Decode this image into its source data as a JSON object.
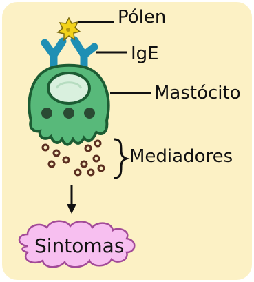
{
  "labels": {
    "polen": "Pólen",
    "ige": "IgE",
    "mastocito": "Mastócito",
    "mediadores": "Mediadores",
    "sintomas": "Sintomas"
  },
  "colors": {
    "background": "#fcf1c5",
    "cell_fill": "#58b97a",
    "cell_stroke": "#1c5c33",
    "nucleus_fill": "#d9f0de",
    "granule": "#2a4a33",
    "antibody": "#1f8fb4",
    "pollen": "#f2d21a",
    "cloud_fill": "#f7bff0",
    "cloud_stroke": "#a24a98"
  },
  "icons": {
    "pollen": "pollen-grain-icon",
    "antibody": "ige-antibody-icon",
    "cell": "mast-cell-icon",
    "cloud": "symptoms-cloud-icon"
  }
}
